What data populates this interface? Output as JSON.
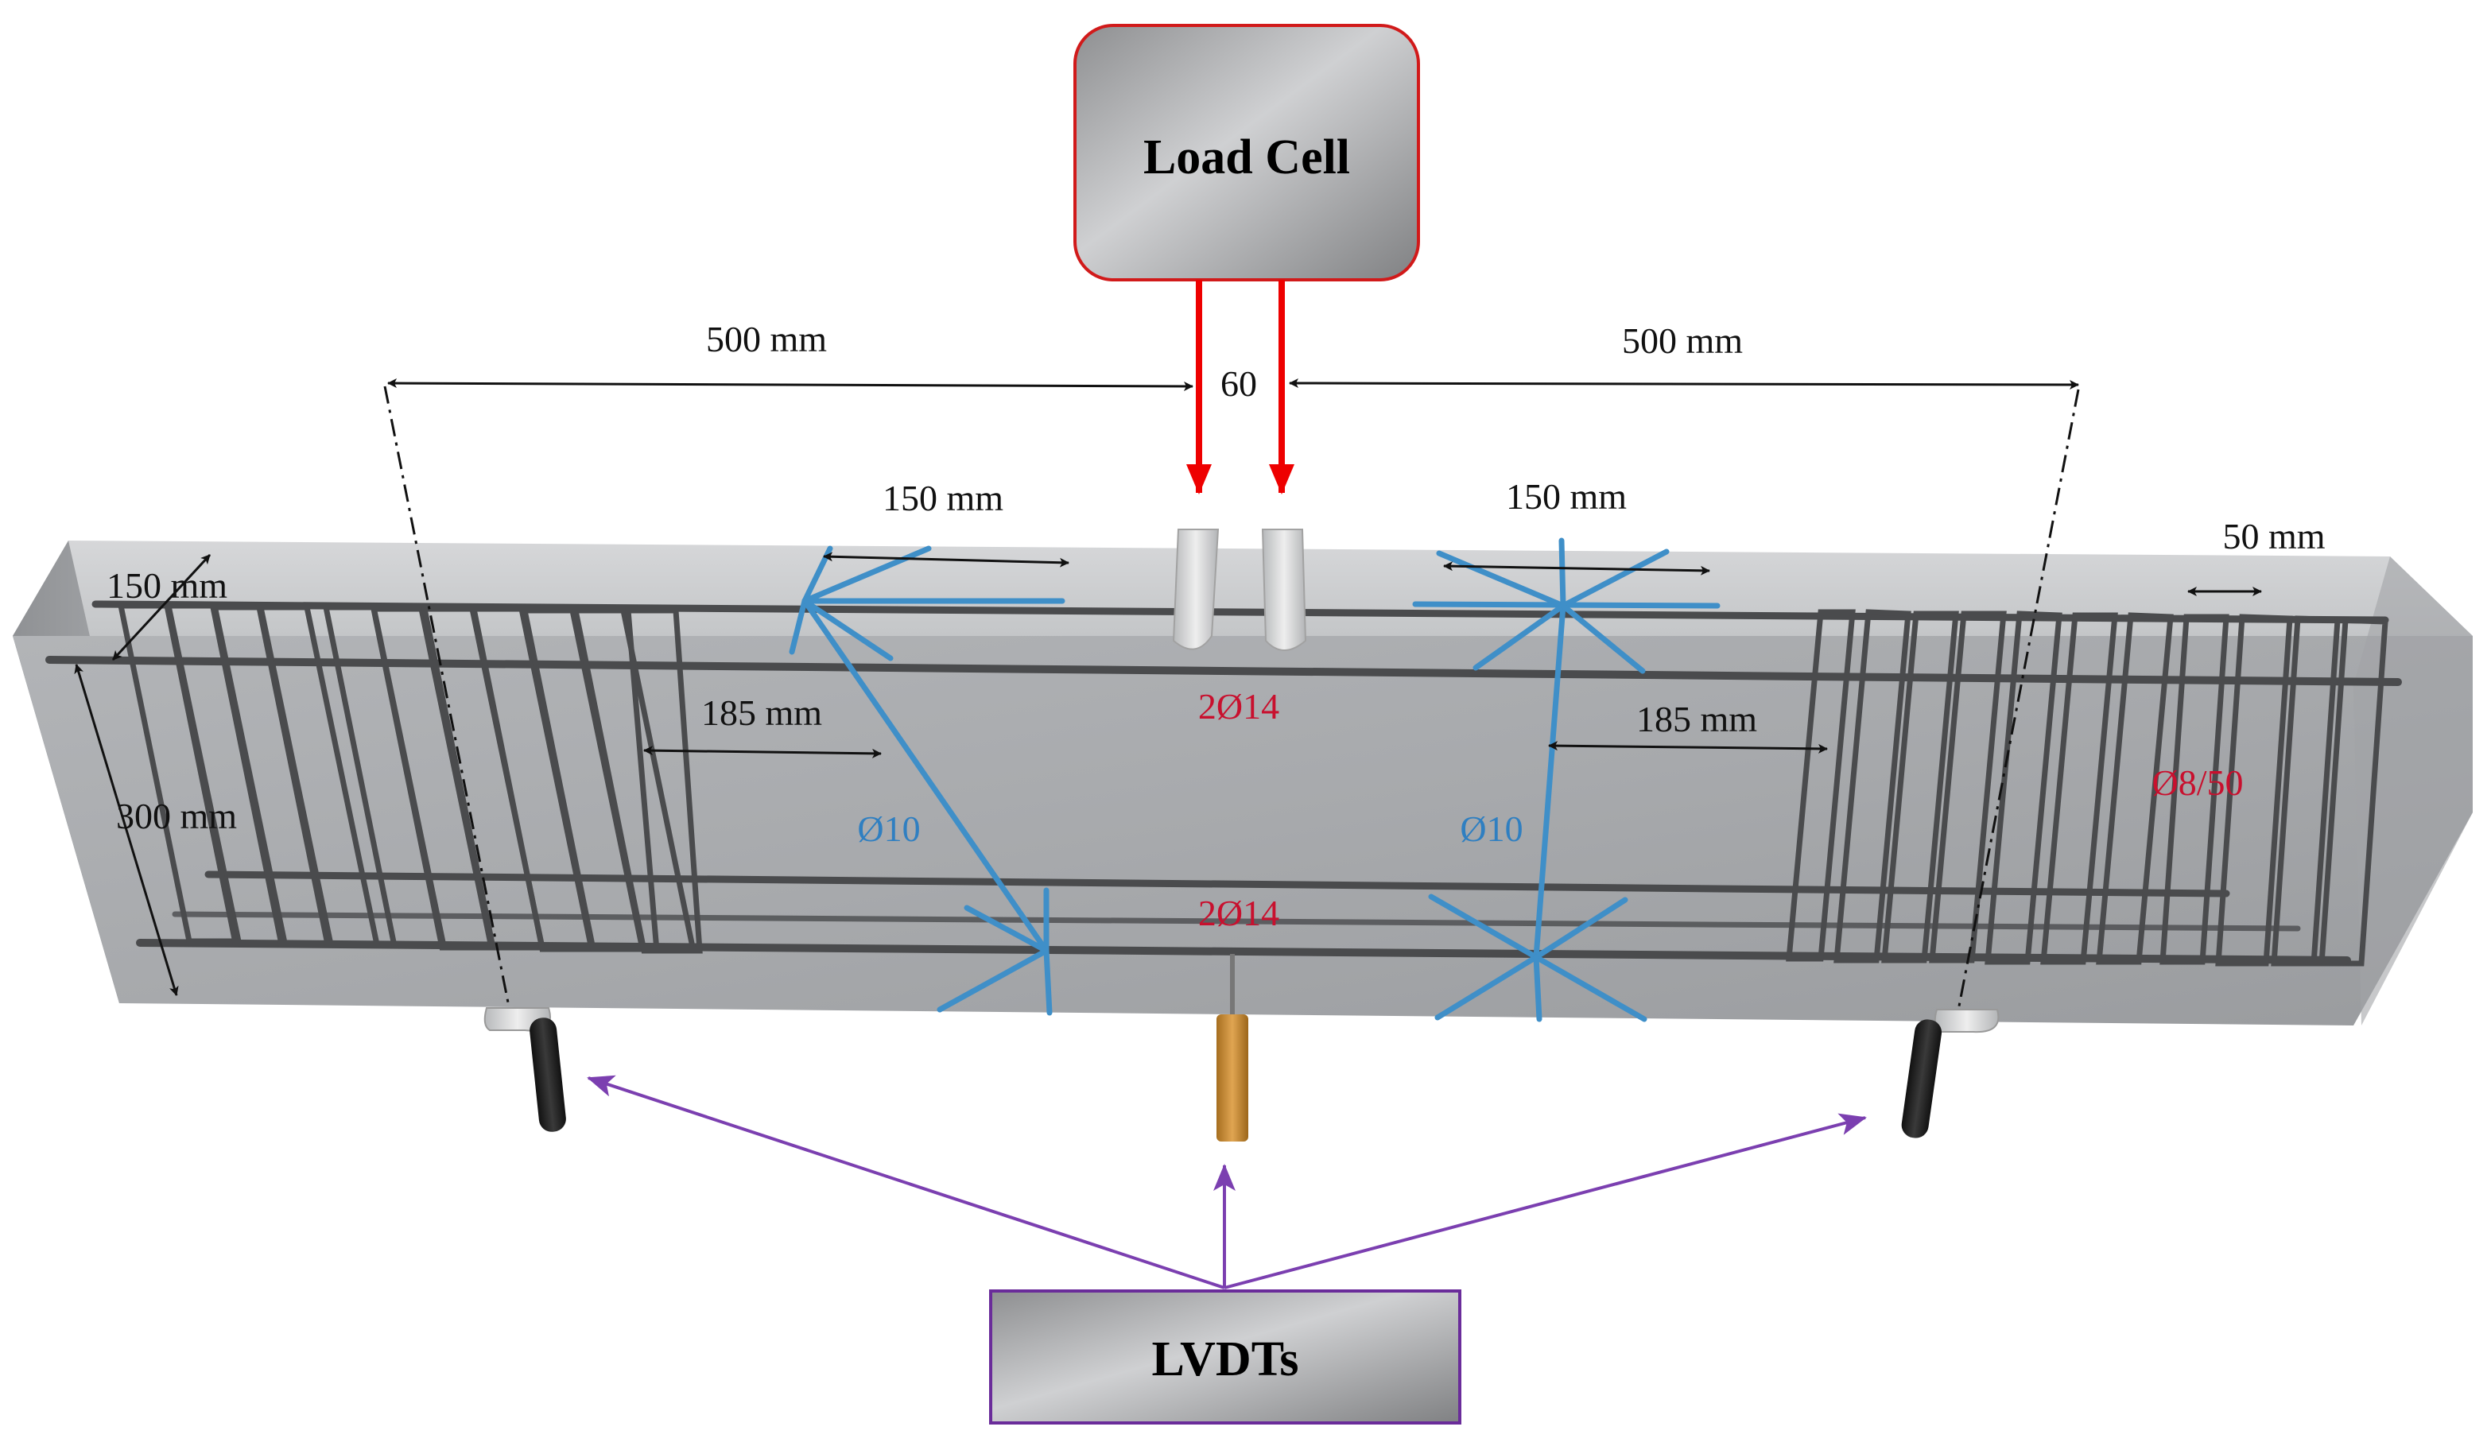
{
  "load_cell": {
    "label": "Load Cell"
  },
  "lvdts": {
    "label": "LVDTs"
  },
  "dimensions": {
    "span_left": "500 mm",
    "span_right": "500 mm",
    "load_spacing": "60",
    "shear_zone_left": "150 mm",
    "shear_zone_right": "150 mm",
    "stirrup_spacing": "50 mm",
    "width": "150 mm",
    "height": "300 mm",
    "dist_left": "185 mm",
    "dist_right": "185 mm"
  },
  "reinforcement": {
    "top_bars": "2Ø14",
    "bottom_bars": "2Ø14",
    "diagonal_left": "Ø10",
    "diagonal_right": "Ø10",
    "stirrups": "Ø8/50"
  },
  "colors": {
    "beam_face": "#a9abae",
    "beam_top": "#cfd1d3",
    "rebar": "#4a4b4d",
    "diagonal": "#3f8fc8",
    "load_arrow": "#ee0000",
    "lvdt_arrow": "#7b3fb0",
    "load_cell_border": "#d11a1a",
    "lvdt_border": "#6a2c9a",
    "red_text": "#c8102e",
    "blue_text": "#2f7fc1"
  }
}
